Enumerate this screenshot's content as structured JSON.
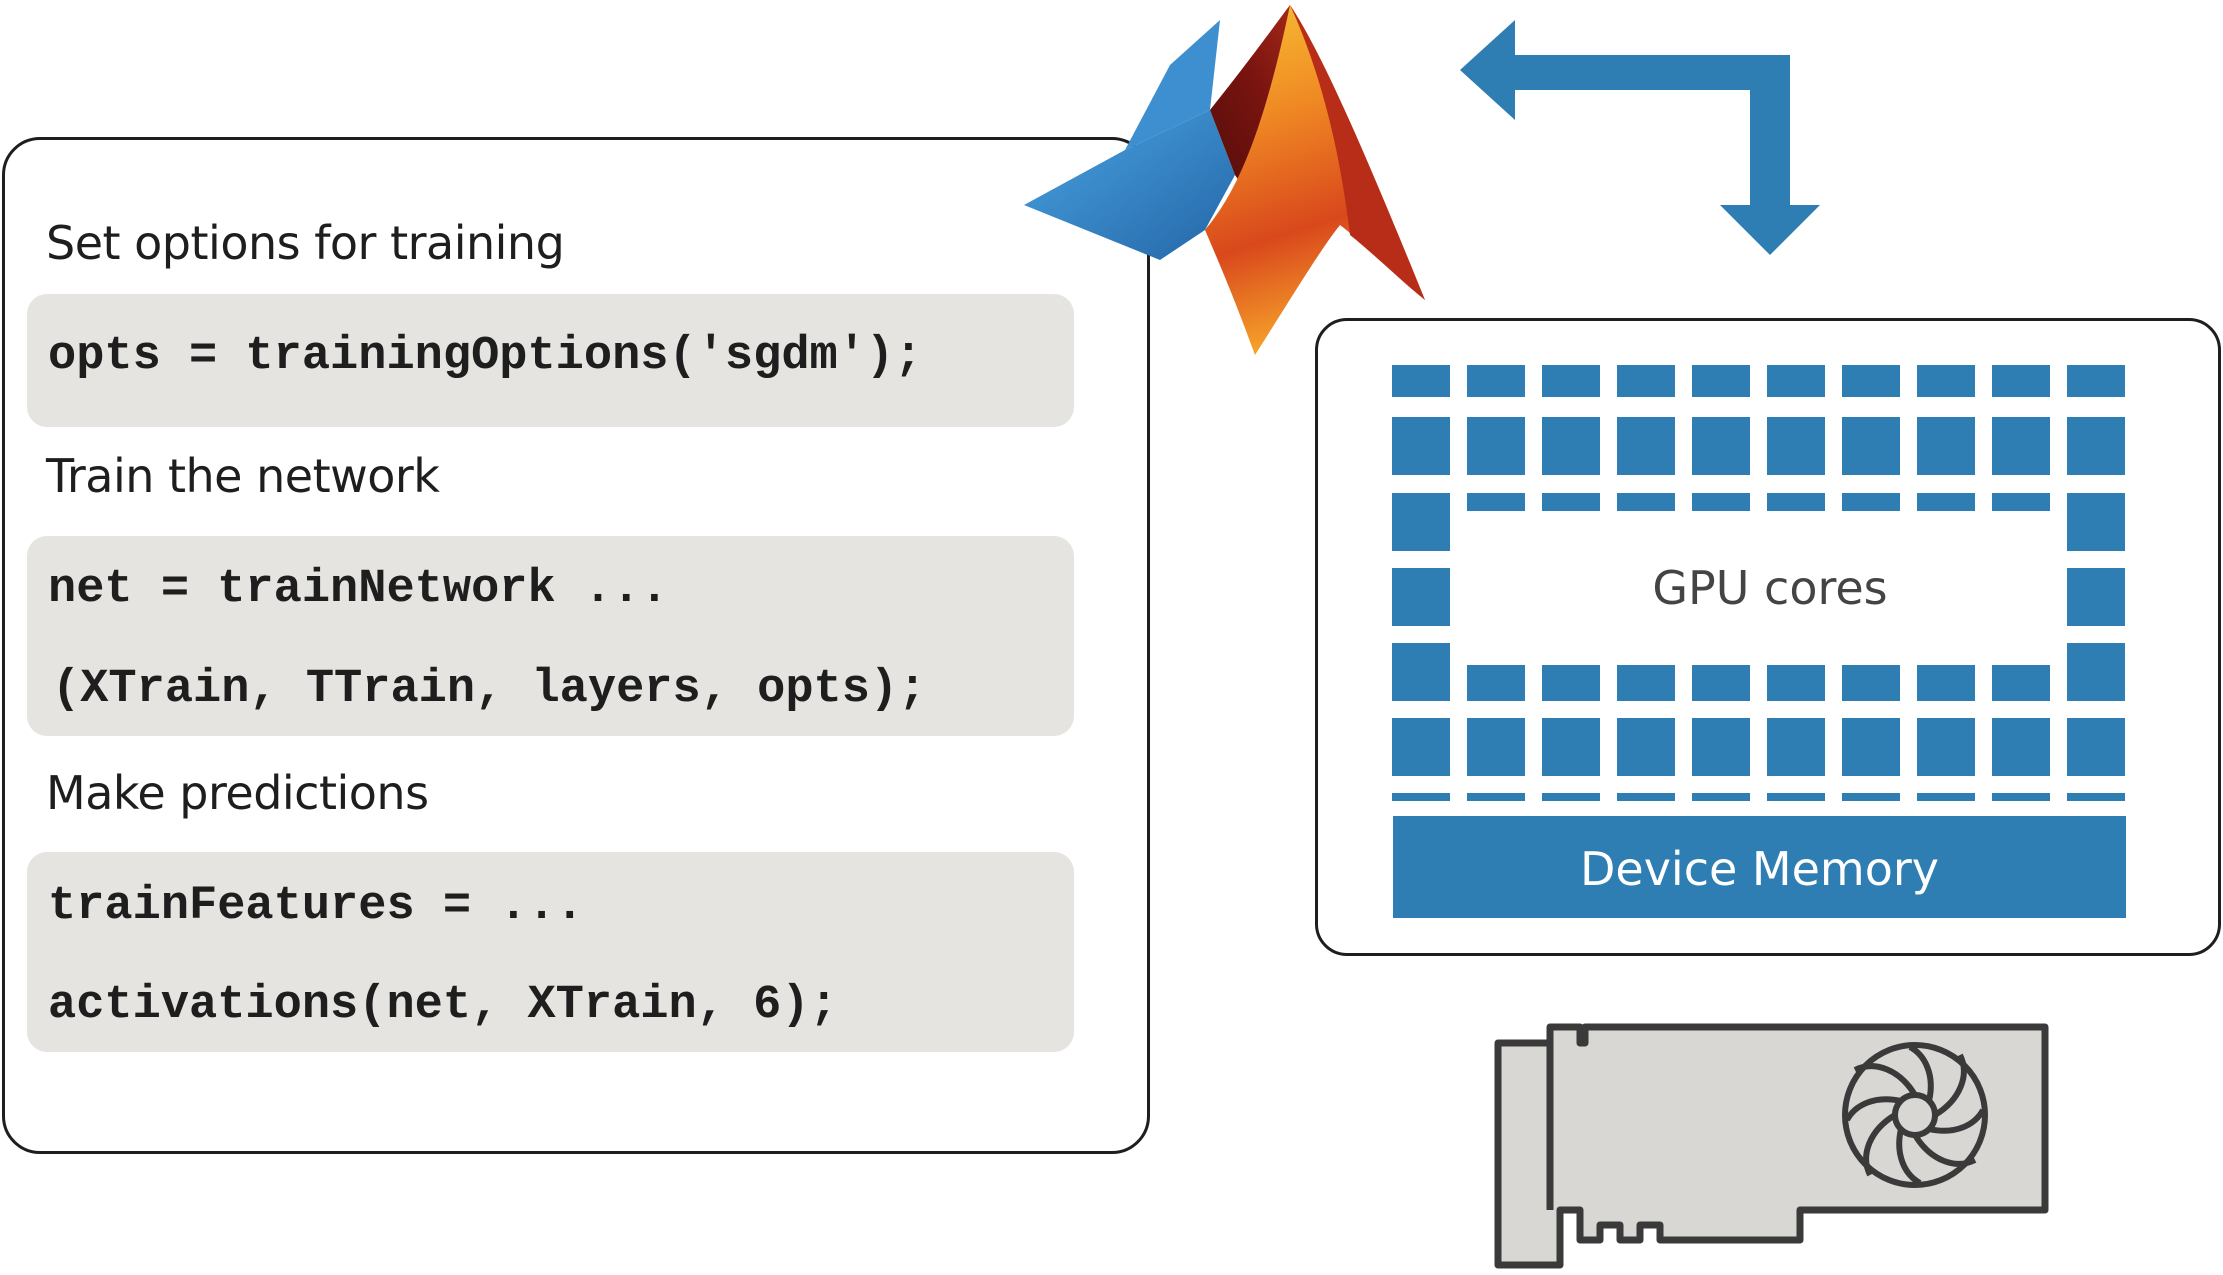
{
  "steps": [
    {
      "label": "Set options for training",
      "code": [
        "opts = trainingOptions('sgdm');"
      ]
    },
    {
      "label": "Train the network",
      "code": [
        "net = trainNetwork ...",
        "(XTrain, TTrain, layers, opts);"
      ]
    },
    {
      "label": "Make predictions",
      "code": [
        "trainFeatures = ...",
        "activations(net, XTrain, 6);"
      ]
    }
  ],
  "gpu": {
    "cores_label": "GPU cores",
    "memory_label": "Device Memory"
  },
  "icons": {
    "logo": "matlab-logo-icon",
    "arrow": "bidirectional-transfer-arrow-icon",
    "card": "graphics-card-icon"
  },
  "colors": {
    "core_blue": "#2e7db3",
    "code_bg": "#e5e4e0",
    "card_gray": "#d8d7d4",
    "outline": "#1e1e1e"
  }
}
